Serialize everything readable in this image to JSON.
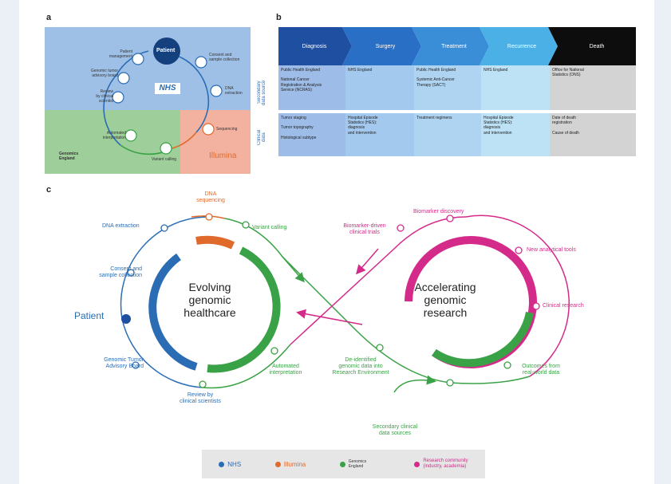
{
  "panel_a": {
    "letter": "a",
    "patient": "Patient",
    "nhs_logo": "NHS",
    "illumina": "Illumina",
    "genomics_logo": "Genomics England",
    "steps": {
      "consent": "Consent and\nsample collection",
      "dna": "DNA\nextraction",
      "sequencing": "Sequencing",
      "variant": "Variant calling",
      "automated": "Automated\ninterpretation",
      "review": "Review\nby clinical\nscientist",
      "board": "Genomic tumor\nadvisory board",
      "management": "Patient\nmanagement"
    }
  },
  "panel_b": {
    "letter": "b",
    "stages": [
      "Diagnosis",
      "Surgery",
      "Treatment",
      "Recurrence",
      "Death"
    ],
    "row_label_1": "Secondary\ndata source",
    "row_label_2": "Clinical\ndata",
    "row1": [
      "Public Health England\n\nNational Cancer\nRegistration & Analysis\nService (NCRAS)",
      "NHS England",
      "Public Health England\n\nSystemic Anti-Cancer\nTherapy (SACT)",
      "NHS England",
      "Office for National\nStatistics (ONS)"
    ],
    "row2": [
      "Tumor staging\n\nTumor topography\n\nHistological subtype",
      "Hospital Episode\nStatistics (HES):\ndiagnosis\nand intervention",
      "Treatment regimens",
      "Hospital Episode\nStatistics (HES):\ndiagnosis\nand intervention",
      "Date of death\nregistration\n\nCause of death"
    ]
  },
  "panel_c": {
    "letter": "c",
    "left_title": "Evolving\ngenomic\nhealthcare",
    "right_title": "Accelerating\ngenomic\nresearch",
    "patient": "Patient",
    "dna_sequencing": "DNA\nsequencing",
    "dna_extraction": "DNA extraction",
    "variant_calling": "Variant calling",
    "consent": "Consent and\nsample collection",
    "board": "Genomic Tumor\nAdvisory Board",
    "review": "Review by\nclinical scientists",
    "automated": "Automated\ninterpretation",
    "deidentified": "De-identified\ngenomic data into\nResearch Environment",
    "secondary": "Secondary clinical\ndata sources",
    "biomarker_trials": "Biomarker-driven\nclinical trials",
    "biomarker_discovery": "Biomarker discovery",
    "new_tools": "New analytical tools",
    "clinical_research": "Clinical research",
    "outcomes": "Outcomes from\nreal-world data"
  },
  "legend": {
    "nhs": "NHS",
    "illumina": "Illumina",
    "genomics": "Genomics England",
    "research": "Research community\n(industry, academia)"
  },
  "colors": {
    "nhs_blue": "#2a6db5",
    "illumina_orange": "#e06a2c",
    "genomics_green": "#3aa246",
    "research_pink": "#d42a8a"
  }
}
